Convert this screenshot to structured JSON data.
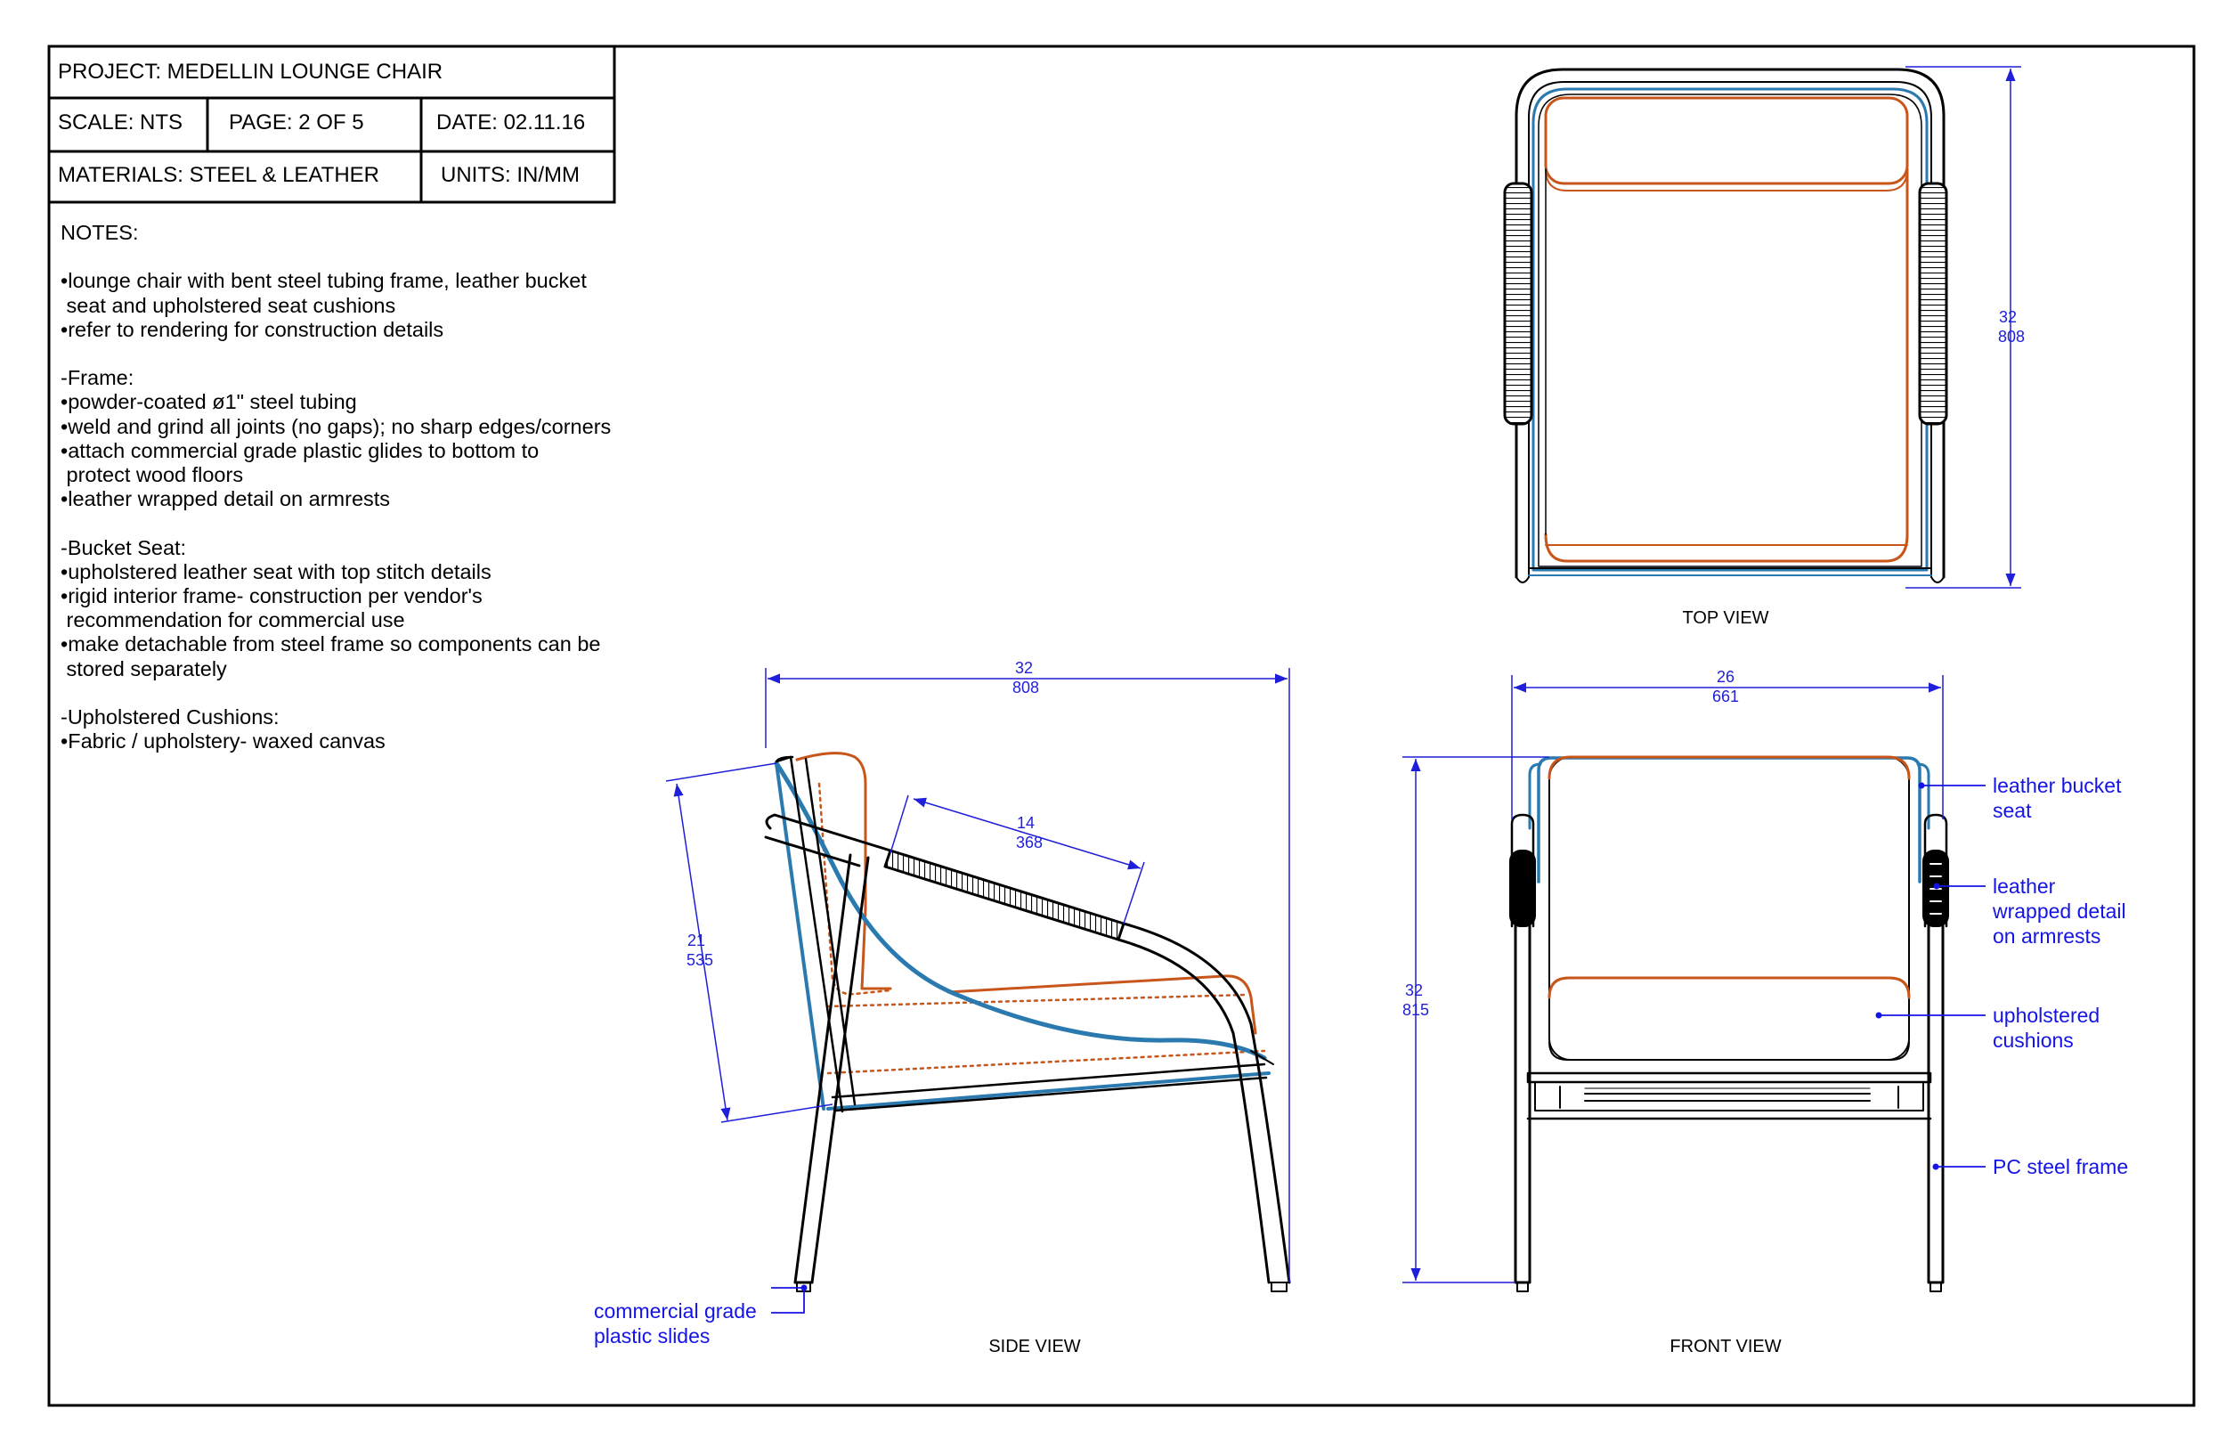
{
  "title_block": {
    "project": "PROJECT: MEDELLIN LOUNGE CHAIR",
    "scale": "SCALE: NTS",
    "page": "PAGE: 2 OF 5",
    "date": "DATE: 02.11.16",
    "materials": "MATERIALS: STEEL & LEATHER",
    "units": "UNITS: IN/MM"
  },
  "notes": {
    "heading": "NOTES:",
    "general": [
      "•lounge chair with bent steel tubing frame, leather bucket",
      " seat and upholstered seat cushions",
      "•refer to rendering for construction details"
    ],
    "frame_heading": "-Frame:",
    "frame": [
      "•powder-coated ø1\" steel tubing",
      "•weld and grind all joints (no gaps); no sharp edges/corners",
      "•attach commercial grade plastic glides to bottom to",
      " protect wood floors",
      "•leather wrapped detail on armrests"
    ],
    "bucket_heading": "-Bucket Seat:",
    "bucket": [
      "•upholstered leather seat with top stitch details",
      "•rigid interior frame- construction per vendor's",
      " recommendation for commercial use",
      "•make detachable from steel frame so components can be",
      " stored separately"
    ],
    "cushion_heading": "-Upholstered Cushions:",
    "cushion": [
      "•Fabric / upholstery- waxed canvas"
    ]
  },
  "views": {
    "top": "TOP VIEW",
    "side": "SIDE VIEW",
    "front": "FRONT VIEW"
  },
  "dimensions": {
    "top_depth": [
      "32",
      "808"
    ],
    "side_depth": [
      "32",
      "808"
    ],
    "side_arm": [
      "14",
      "368"
    ],
    "side_back": [
      "21",
      "535"
    ],
    "front_width": [
      "26",
      "661"
    ],
    "front_height": [
      "32",
      "815"
    ]
  },
  "callouts": {
    "bucket_seat": [
      "leather bucket",
      "seat"
    ],
    "armrest": [
      "leather",
      "wrapped detail",
      "on armrests"
    ],
    "cushions": [
      "upholstered",
      "cushions"
    ],
    "frame": [
      "PC steel frame"
    ],
    "glides": [
      "commercial grade",
      "plastic slides"
    ]
  },
  "colors": {
    "dimension": "#1f1fd9",
    "callout": "#1414e6",
    "leather_seat": "#2a7ab0",
    "cushion": "#c8561a",
    "frame": "#000000"
  }
}
